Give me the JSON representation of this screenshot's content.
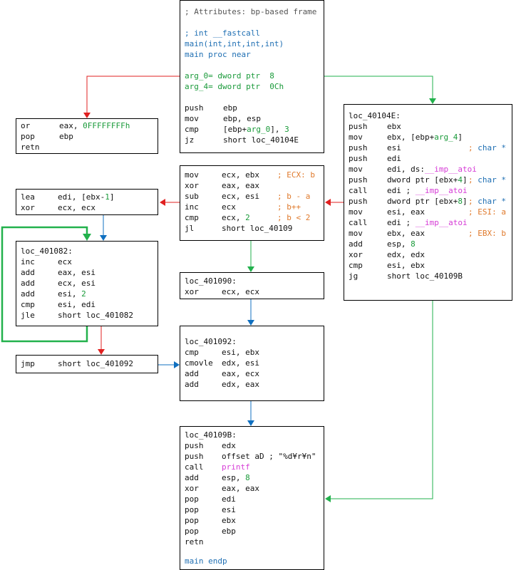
{
  "colors": {
    "red_edge": "#e02020",
    "green_edge": "#22b14c",
    "blue_edge": "#1070c0",
    "comment": "#e07a2c",
    "number": "#1a9a3a",
    "import": "#d63cd6",
    "header": "#1f6fb3"
  },
  "blocks": {
    "main": {
      "attr": "; Attributes: bp-based frame",
      "proto1": "; int __fastcall",
      "proto2": "main(int,int,int,int)",
      "proc": "main proc near",
      "arg0": "arg_0= dword ptr  8",
      "arg4": "arg_4= dword ptr  0Ch",
      "rows": [
        [
          "push",
          "ebp",
          ""
        ],
        [
          "mov",
          "ebp, esp",
          ""
        ],
        [
          "cmp",
          "[ebp+arg_0], 3",
          ""
        ],
        [
          "jz",
          "short loc_40104E",
          ""
        ]
      ]
    },
    "ret_block": {
      "rows": [
        [
          "or",
          "eax, 0FFFFFFFFh",
          ""
        ],
        [
          "pop",
          "ebp",
          ""
        ],
        [
          "retn",
          "",
          ""
        ]
      ]
    },
    "loc_40104E": {
      "label": "loc_40104E:",
      "rows": [
        [
          "push",
          "ebx",
          ""
        ],
        [
          "mov",
          "ebx, [ebp+arg_4]",
          ""
        ],
        [
          "push",
          "esi",
          "; char *"
        ],
        [
          "push",
          "edi",
          ""
        ],
        [
          "mov",
          "edi, ds:__imp__atoi",
          ""
        ],
        [
          "push",
          "dword ptr [ebx+4]",
          "; char *"
        ],
        [
          "call",
          "edi ; __imp__atoi",
          ""
        ],
        [
          "push",
          "dword ptr [ebx+8]",
          "; char *"
        ],
        [
          "mov",
          "esi, eax",
          "; ESI: a"
        ],
        [
          "call",
          "edi ; __imp__atoi",
          ""
        ],
        [
          "mov",
          "ebx, eax",
          "; EBX: b"
        ],
        [
          "add",
          "esp, 8",
          ""
        ],
        [
          "xor",
          "edx, edx",
          ""
        ],
        [
          "cmp",
          "esi, ebx",
          ""
        ],
        [
          "jg",
          "short loc_40109B",
          ""
        ]
      ]
    },
    "mid_block": {
      "rows": [
        [
          "mov",
          "ecx, ebx",
          "; ECX: b"
        ],
        [
          "xor",
          "eax, eax",
          ""
        ],
        [
          "sub",
          "ecx, esi",
          "; b - a"
        ],
        [
          "inc",
          "ecx",
          "; b++"
        ],
        [
          "cmp",
          "ecx, 2",
          "; b < 2"
        ],
        [
          "jl",
          "short loc_40109",
          ""
        ]
      ]
    },
    "lea_block": {
      "rows": [
        [
          "lea",
          "edi, [ebx-1]",
          ""
        ],
        [
          "xor",
          "ecx, ecx",
          ""
        ]
      ]
    },
    "loc_401082": {
      "label": "loc_401082:",
      "rows": [
        [
          "inc",
          "ecx",
          ""
        ],
        [
          "add",
          "eax, esi",
          ""
        ],
        [
          "add",
          "ecx, esi",
          ""
        ],
        [
          "add",
          "esi, 2",
          ""
        ],
        [
          "cmp",
          "esi, edi",
          ""
        ],
        [
          "jle",
          "short loc_401082",
          ""
        ]
      ]
    },
    "loc_401090": {
      "label": "loc_401090:",
      "rows": [
        [
          "xor",
          "ecx, ecx",
          ""
        ]
      ]
    },
    "jmp_block": {
      "rows": [
        [
          "jmp",
          "short loc_401092",
          ""
        ]
      ]
    },
    "loc_401092": {
      "label": "loc_401092:",
      "rows": [
        [
          "cmp",
          "esi, ebx",
          ""
        ],
        [
          "cmovle",
          "edx, esi",
          ""
        ],
        [
          "add",
          "eax, ecx",
          ""
        ],
        [
          "add",
          "edx, eax",
          ""
        ]
      ]
    },
    "loc_40109B": {
      "label": "loc_40109B:",
      "rows": [
        [
          "push",
          "edx",
          ""
        ],
        [
          "push",
          "offset aD ; \"%d¥r¥n\"",
          ""
        ],
        [
          "call",
          "printf",
          ""
        ],
        [
          "add",
          "esp, 8",
          ""
        ],
        [
          "xor",
          "eax, eax",
          ""
        ],
        [
          "pop",
          "edi",
          ""
        ],
        [
          "pop",
          "esi",
          ""
        ],
        [
          "pop",
          "ebx",
          ""
        ],
        [
          "pop",
          "ebp",
          ""
        ],
        [
          "retn",
          "",
          ""
        ]
      ],
      "endp": "main endp"
    }
  }
}
